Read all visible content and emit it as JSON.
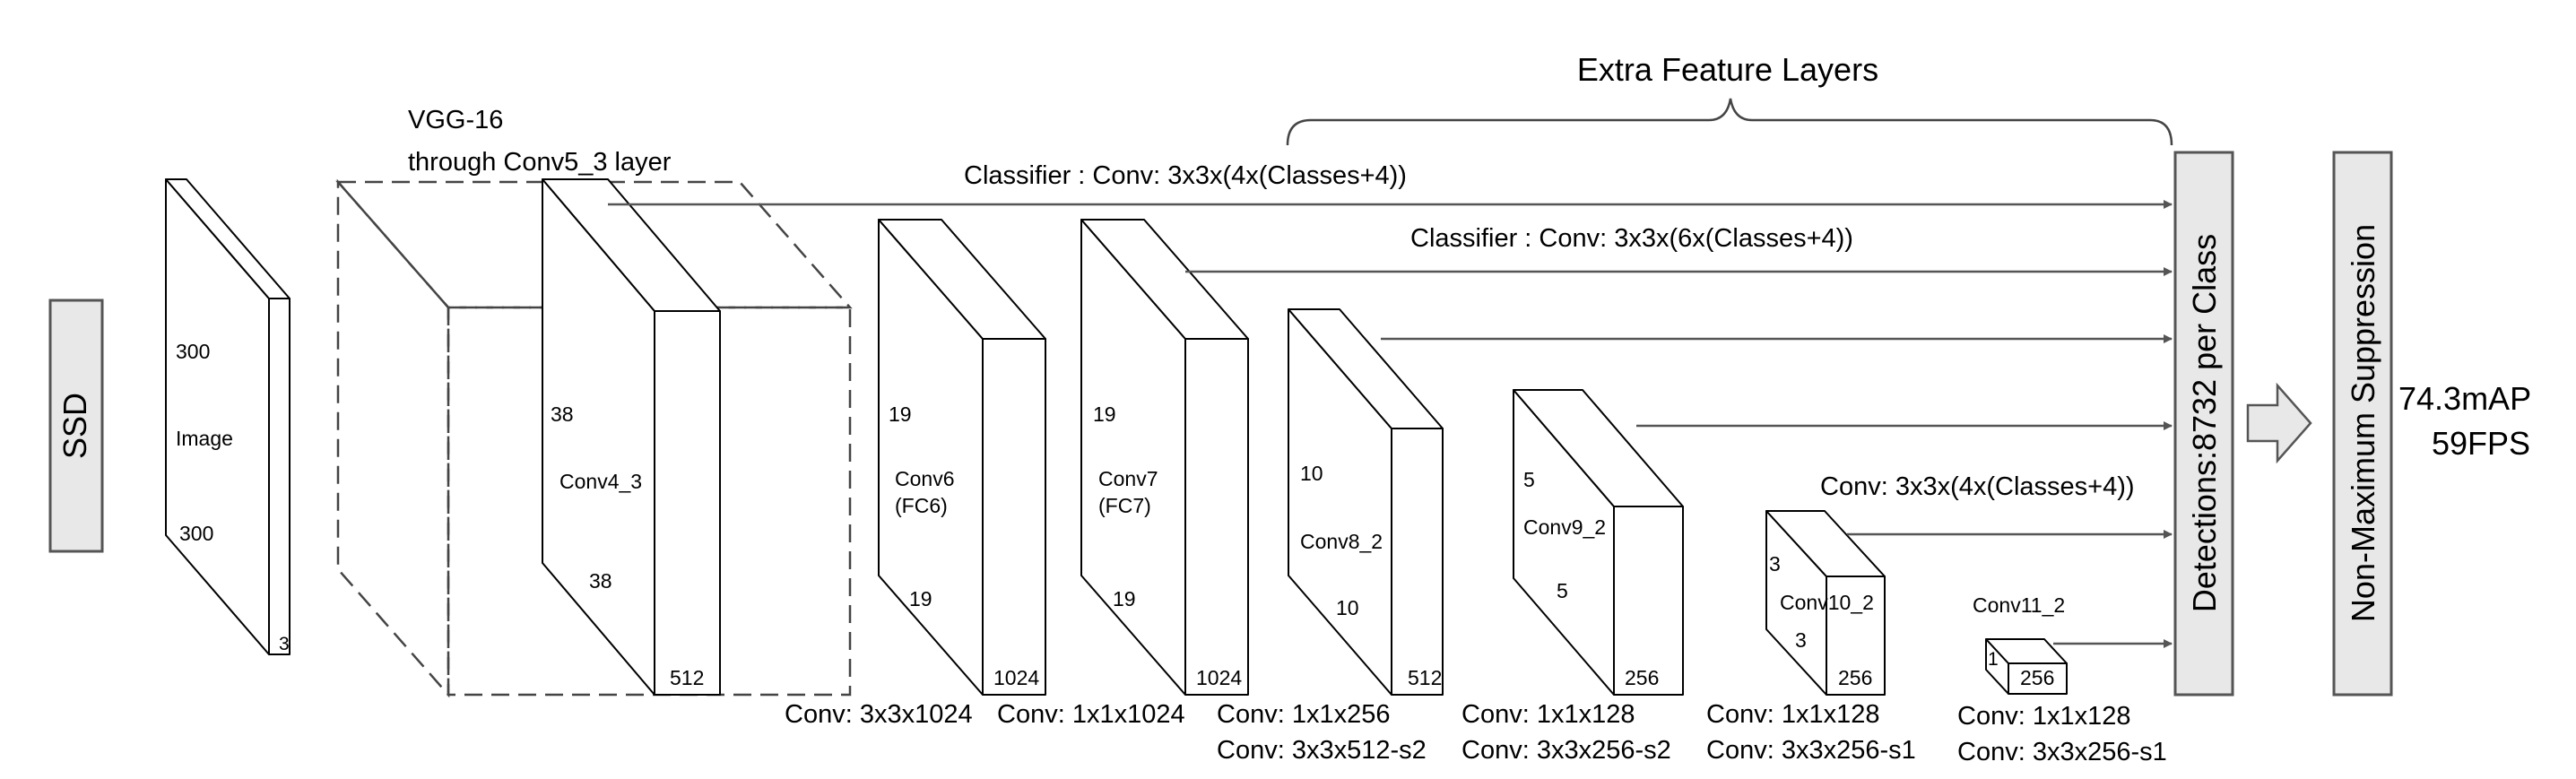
{
  "ssd_label": "SSD",
  "vgg_title": [
    "VGG-16",
    "through Conv5_3 layer"
  ],
  "extra_layers_title": "Extra Feature Layers",
  "classifier_top": "Classifier : Conv: 3x3x(4x(Classes+4))",
  "classifier_second": "Classifier : Conv: 3x3x(6x(Classes+4))",
  "classifier_small": "Conv: 3x3x(4x(Classes+4))",
  "detections_label": "Detections:8732  per Class",
  "nms_label": "Non-Maximum Suppression",
  "result": {
    "map": "74.3mAP",
    "fps": "59FPS"
  },
  "blocks": {
    "image": {
      "name": "Image",
      "height": "300",
      "width": "300",
      "depth": "3"
    },
    "conv4_3": {
      "name": "Conv4_3",
      "height": "38",
      "width": "38",
      "depth": "512"
    },
    "conv6": {
      "name": "Conv6",
      "sub": "(FC6)",
      "height": "19",
      "width": "19",
      "depth": "1024"
    },
    "conv7": {
      "name": "Conv7",
      "sub": "(FC7)",
      "height": "19",
      "width": "19",
      "depth": "1024"
    },
    "conv8_2": {
      "name": "Conv8_2",
      "height": "10",
      "width": "10",
      "depth": "512"
    },
    "conv9_2": {
      "name": "Conv9_2",
      "height": "5",
      "width": "5",
      "depth": "256"
    },
    "conv10_2": {
      "name": "Conv10_2",
      "height": "3",
      "width": "3",
      "depth": "256"
    },
    "conv11_2": {
      "name": "Conv11_2",
      "height": "1",
      "depth": "256"
    }
  },
  "conv_captions": {
    "conv6": [
      "Conv: 3x3x1024"
    ],
    "conv7": [
      "Conv: 1x1x1024"
    ],
    "conv8": [
      "Conv: 1x1x256",
      "Conv:  3x3x512-s2"
    ],
    "conv9": [
      "Conv: 1x1x128",
      "Conv: 3x3x256-s2"
    ],
    "conv10": [
      "Conv: 1x1x128",
      "Conv: 3x3x256-s1"
    ],
    "conv11": [
      "Conv: 1x1x128",
      "Conv: 3x3x256-s1"
    ]
  }
}
